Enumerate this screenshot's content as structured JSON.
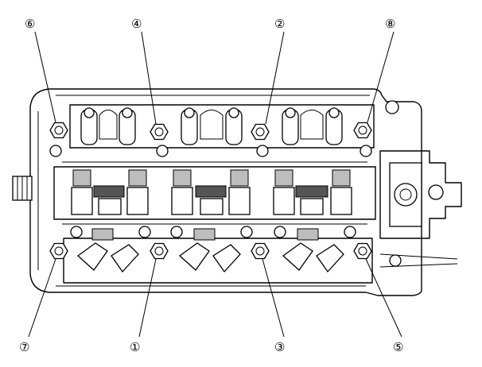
{
  "callouts": [
    {
      "id": "6",
      "glyph": "⑥"
    },
    {
      "id": "4",
      "glyph": "④"
    },
    {
      "id": "2",
      "glyph": "②"
    },
    {
      "id": "8",
      "glyph": "⑧"
    },
    {
      "id": "7",
      "glyph": "⑦"
    },
    {
      "id": "1",
      "glyph": "①"
    },
    {
      "id": "3",
      "glyph": "③"
    },
    {
      "id": "5",
      "glyph": "⑤"
    }
  ],
  "colors": {
    "line": "#000000",
    "background": "#ffffff",
    "shade": "#bdbdbd"
  }
}
